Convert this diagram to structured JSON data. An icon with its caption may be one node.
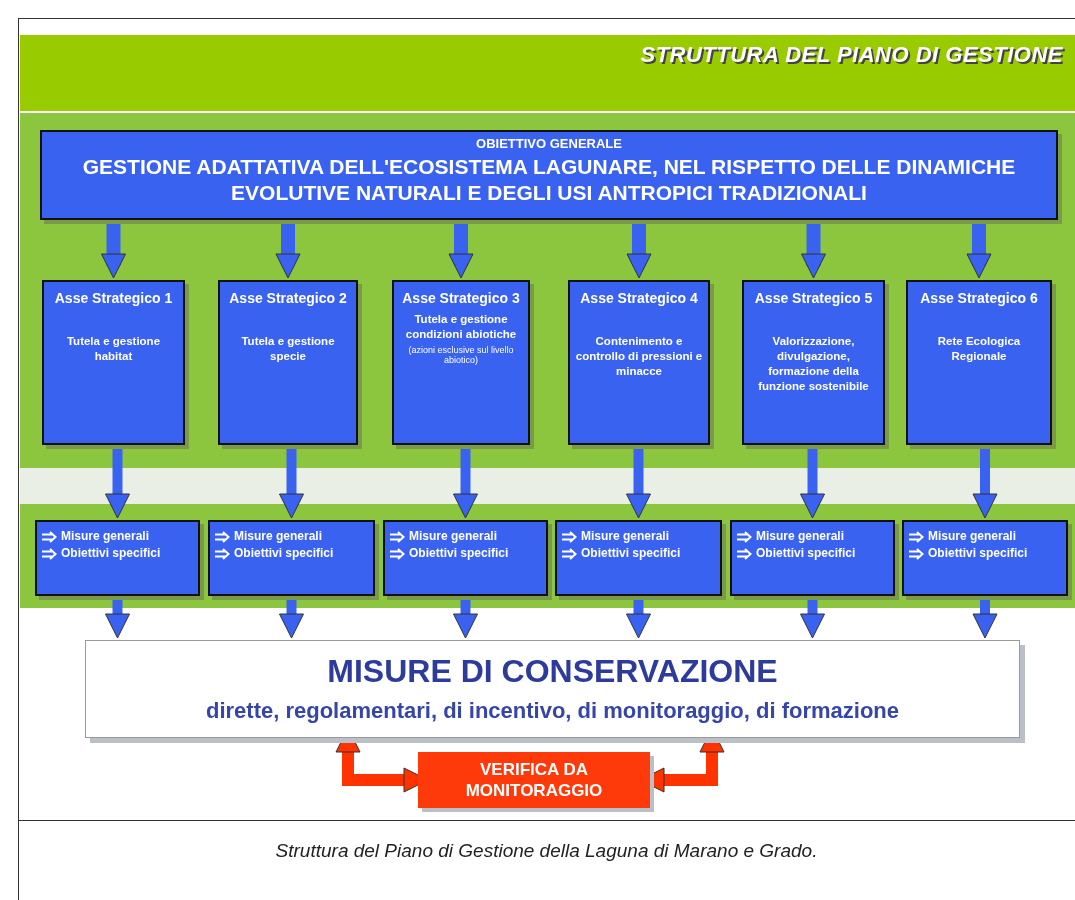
{
  "diagram": {
    "title": "STRUTTURA DEL PIANO DI GESTIONE",
    "caption": "Struttura del Piano di Gestione della Laguna di Marano e Grado.",
    "nodes": [
      {
        "text": [
          "OBIETTIVO GENERALE",
          "GESTIONE ADATTATIVA DELL'ECOSISTEMA LAGUNARE, NEL RISPETTO DELLE DINAMICHE EVOLUTIVE NATURALI E DEGLI USI ANTROPICI TRADIZIONALI"
        ]
      },
      {
        "text": [
          "Asse Strategico 1",
          "Tutela e gestione habitat"
        ]
      },
      {
        "text": [
          "Asse Strategico 2",
          "Tutela e gestione specie"
        ]
      },
      {
        "text": [
          "Asse Strategico 3",
          "Tutela e gestione condizioni abiotiche",
          "(azioni esclusive sul livello abiotico)"
        ]
      },
      {
        "text": [
          "Asse Strategico 4",
          "Contenimento e controllo di pressioni e minacce"
        ]
      },
      {
        "text": [
          "Asse Strategico 5",
          "Valorizzazione, divulgazione, formazione della funzione sostenibile"
        ]
      },
      {
        "text": [
          "Asse Strategico 6",
          "Rete Ecologica Regionale"
        ]
      },
      {
        "text": [
          "Misure generali",
          "Obiettivi specifici"
        ]
      },
      {
        "text": [
          "Misure generali",
          "Obiettivi specifici"
        ]
      },
      {
        "text": [
          "Misure generali",
          "Obiettivi specifici"
        ]
      },
      {
        "text": [
          "Misure generali",
          "Obiettivi specifici"
        ]
      },
      {
        "text": [
          "Misure generali",
          "Obiettivi specifici"
        ]
      },
      {
        "text": [
          "Misure generali",
          "Obiettivi specifici"
        ]
      },
      {
        "text": [
          "MISURE DI CONSERVAZIONE",
          "dirette, regolamentari, di incentivo, di monitoraggio, di formazione"
        ]
      },
      {
        "text": [
          "VERIFICA DA MONITORAGGIO"
        ]
      }
    ],
    "edges": [
      {
        "from": 0,
        "to": 1,
        "arrow": "to"
      },
      {
        "from": 0,
        "to": 2,
        "arrow": "to"
      },
      {
        "from": 0,
        "to": 3,
        "arrow": "to"
      },
      {
        "from": 0,
        "to": 4,
        "arrow": "to"
      },
      {
        "from": 0,
        "to": 5,
        "arrow": "to"
      },
      {
        "from": 0,
        "to": 6,
        "arrow": "to"
      },
      {
        "from": 1,
        "to": 7,
        "arrow": "to"
      },
      {
        "from": 2,
        "to": 8,
        "arrow": "to"
      },
      {
        "from": 3,
        "to": 9,
        "arrow": "to"
      },
      {
        "from": 4,
        "to": 10,
        "arrow": "to"
      },
      {
        "from": 5,
        "to": 11,
        "arrow": "to"
      },
      {
        "from": 6,
        "to": 12,
        "arrow": "to"
      },
      {
        "from": 7,
        "to": 13,
        "arrow": "to"
      },
      {
        "from": 8,
        "to": 13,
        "arrow": "to"
      },
      {
        "from": 9,
        "to": 13,
        "arrow": "to"
      },
      {
        "from": 10,
        "to": 13,
        "arrow": "to"
      },
      {
        "from": 11,
        "to": 13,
        "arrow": "to"
      },
      {
        "from": 12,
        "to": 13,
        "arrow": "to"
      },
      {
        "from": 13,
        "to": 14,
        "arrow": "both",
        "color": "#ff3300"
      },
      {
        "from": 14,
        "to": 13,
        "arrow": "both",
        "color": "#ff3300"
      }
    ]
  }
}
